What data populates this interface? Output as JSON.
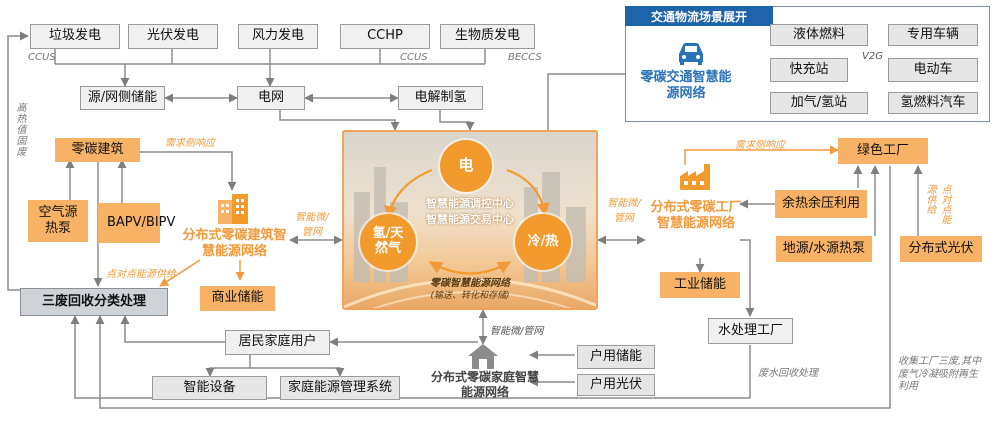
{
  "top_sources": [
    "垃圾发电",
    "光伏发电",
    "风力发电",
    "CCHP",
    "生物质发电"
  ],
  "top_notes": {
    "ccus_left": "CCUS",
    "ccus_right": "CCUS",
    "beccs": "BECCS"
  },
  "row2": {
    "source_storage": "源/网侧储能",
    "grid": "电网",
    "electrolysis": "电解制氢"
  },
  "left_vertical_note": "高热值固废",
  "building": {
    "zero_carbon": "零碳建筑",
    "air_heat_pump": "空气源热泵",
    "bapv": "BAPV/BIPV",
    "demand_response": "需求侧响应",
    "microgrid_note": "智能微/管网",
    "network_label": "分布式零碳建筑智慧能源网络",
    "p2p_supply": "点对点能源供给",
    "commercial_storage": "商业储能"
  },
  "waste": {
    "sorting": "三废回收分类处理"
  },
  "center": {
    "elec": "电",
    "hydrogen_gas": "氢/天然气",
    "cold_heat": "冷/热",
    "control_center": "智慧能源调控中心",
    "trading_center": "智慧能源交易中心",
    "network_title": "零碳智慧能源网络",
    "network_sub": "(输送、转化和存储)"
  },
  "transport": {
    "panel_title": "交通物流场景展开",
    "network_label": "零碳交通智慧能源网络",
    "fuels": [
      "液体燃料",
      "快充站",
      "加气/氢站"
    ],
    "vehicles": [
      "专用车辆",
      "电动车",
      "氢燃料汽车"
    ],
    "v2g": "V2G"
  },
  "industry": {
    "demand_response": "需求侧响应",
    "green_factory": "绿色工厂",
    "microgrid_note": "智能微/管网",
    "network_label": "分布式零碳工厂智慧能源网络",
    "waste_heat": "余热余压利用",
    "geo_heat": "地源/水源热泵",
    "distributed_pv": "分布式光伏",
    "p2p_supply": "点对点能源供给",
    "storage": "工业储能",
    "water_plant": "水处理工厂",
    "waste_water_note": "废水回收处理",
    "recycle_note": "收集工厂三废,其中废气冷凝吸附再生利用"
  },
  "home": {
    "resident": "居民家庭用户",
    "smart_devices": "智能设备",
    "hems": "家庭能源管理系统",
    "microgrid_note": "智能微/管网",
    "network_label": "分布式零碳家庭智慧能源网络",
    "storage": "户用储能",
    "pv": "户用光伏"
  },
  "colors": {
    "orange": "#f39a2c",
    "orange_box": "#f8b265",
    "blue": "#2b73b8",
    "gray_box": "#f0f0f0"
  }
}
